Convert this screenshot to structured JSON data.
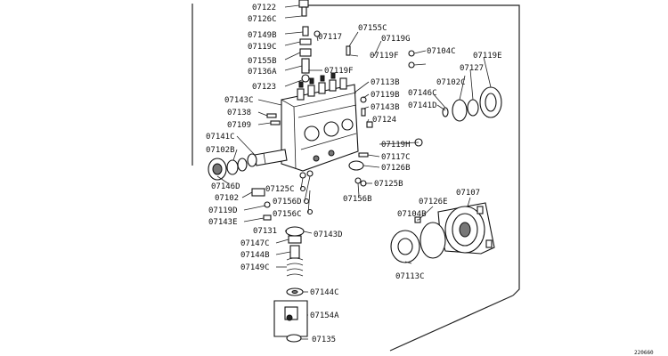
{
  "diagram": {
    "figure_code": "220660",
    "parts": [
      "07122",
      "07126C",
      "07149B",
      "07119C",
      "07155B",
      "07136A",
      "07123",
      "07117",
      "07155C",
      "07119G",
      "07119F",
      "07119F",
      "07104C",
      "07119E",
      "07127",
      "07102C",
      "07146C",
      "07113B",
      "07119B",
      "07143B",
      "07141D",
      "07124",
      "07143C",
      "07138",
      "07109",
      "07141C",
      "07102B",
      "07146D",
      "07119H",
      "07117C",
      "07126B",
      "07125B",
      "07125C",
      "07156D",
      "07156C",
      "07156B",
      "07102",
      "07119D",
      "07143E",
      "07131",
      "07143D",
      "07147C",
      "07144B",
      "07149C",
      "07144C",
      "07154A",
      "07135",
      "07107",
      "07126E",
      "07104B",
      "07113C"
    ]
  }
}
